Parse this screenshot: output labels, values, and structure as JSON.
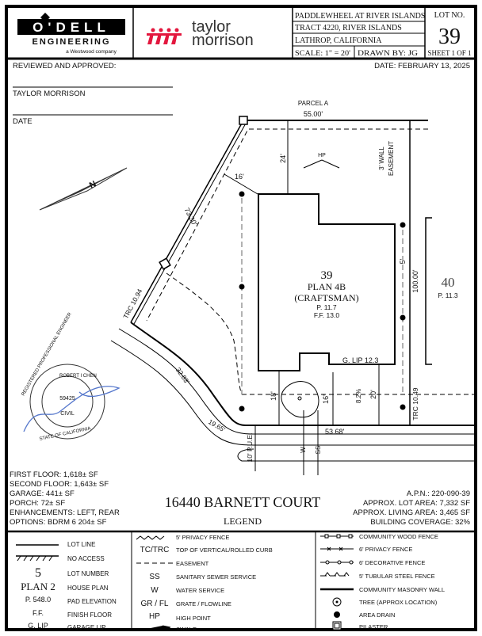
{
  "header": {
    "odell_logo": {
      "name": "O'DELL",
      "sub": "ENGINEERING",
      "tagline": "a Westwood company"
    },
    "builder_logo": {
      "line1": "taylor",
      "line2": "morrison",
      "color": "#e3173e"
    },
    "project": "PADDLEWHEEL AT RIVER ISLANDS",
    "tract": "TRACT 4220, RIVER ISLANDS",
    "location": "LATHROP, CALIFORNIA",
    "scale": "SCALE:   1\" = 20'",
    "drawn_by": "DRAWN BY:   JG",
    "lot_label": "LOT NO.",
    "lot_number": "39",
    "sheet": "SHEET 1 OF 1"
  },
  "approval": {
    "reviewed": "REVIEWED AND APPROVED:",
    "company": "TAYLOR MORRISON",
    "date_label": "DATE",
    "date": "DATE: FEBRUARY 13, 2025"
  },
  "plan": {
    "parcel": "PARCEL A",
    "rear_width": "55.00'",
    "rear_setback": "24'",
    "corner_setback": "16'",
    "high_point": "HP",
    "wall_easement_1": "3' WALL",
    "wall_easement_2": "EASEMENT",
    "side_setback": "5'",
    "side_length": "100.00'",
    "diag_length": "73.30'",
    "trc_left": "TRC 10.94",
    "trc_right": "TRC 10.49",
    "lot": "39",
    "house_plan": "PLAN 4B",
    "style": "(CRAFTSMAN)",
    "pad": "P. 11.7",
    "ff": "F.F. 13.0",
    "garage_lip": "G. LIP 12.3",
    "arc1": "32.83'",
    "arc2": "19.65'",
    "front_width": "53.68'",
    "front_setback_1": "18'",
    "front_setback_2": "16'",
    "front_setback_3": "20'",
    "slope": "8.2%",
    "pue": "10' P.U.E.",
    "water": "W",
    "sewer": "SS",
    "adjacent_lot": "40",
    "adjacent_pad": "P. 11.3",
    "north": "N"
  },
  "stamp": {
    "top": "REGISTERED PROFESSIONAL ENGINEER",
    "name": "ROBERT I CHEN",
    "number": "59425",
    "type": "CIVIL",
    "bottom": "STATE OF CALIFORNIA"
  },
  "areas": {
    "first_floor": "FIRST FLOOR: 1,618± SF",
    "second_floor": "SECOND FLOOR: 1,643± SF",
    "garage": "GARAGE: 441± SF",
    "porch": "PORCH: 72± SF",
    "enhancements": "ENHANCEMENTS: LEFT, REAR",
    "options": "OPTIONS: BDRM 6 204± SF",
    "address": "16440 BARNETT COURT",
    "legend_title": "LEGEND",
    "apn": "A.P.N.: 220-090-39",
    "lot_area": "APPROX. LOT AREA: 7,332 SF",
    "living_area": "APPROX. LIVING AREA: 3,465 SF",
    "coverage": "BUILDING COVERAGE: 32%"
  },
  "legend": {
    "col1": [
      {
        "sym": "",
        "label": "LOT LINE"
      },
      {
        "sym": "",
        "label": "NO ACCESS"
      },
      {
        "sym": "5",
        "label": "LOT NUMBER"
      },
      {
        "sym": "PLAN 2",
        "label": "HOUSE PLAN"
      },
      {
        "sym": "P. 548.0",
        "label": "PAD ELEVATION"
      },
      {
        "sym": "F.F.",
        "label": "FINISH FLOOR"
      },
      {
        "sym": "G. LIP",
        "label": "GARAGE LIP"
      }
    ],
    "col2": [
      {
        "sym": "",
        "label": "5' PRIVACY FENCE"
      },
      {
        "sym": "TC/TRC",
        "label": "TOP OF VERTICAL/ROLLED CURB"
      },
      {
        "sym": "",
        "label": "EASEMENT"
      },
      {
        "sym": "SS",
        "label": "SANITARY SEWER SERVICE"
      },
      {
        "sym": "W",
        "label": "WATER SERVICE"
      },
      {
        "sym": "GR / FL",
        "label": "GRATE / FLOWLINE"
      },
      {
        "sym": "HP",
        "label": "HIGH POINT"
      },
      {
        "sym": "",
        "label": "SWALE"
      }
    ],
    "col3": [
      {
        "label": "COMMUNITY WOOD FENCE"
      },
      {
        "label": "6' PRIVACY FENCE"
      },
      {
        "label": "6' DECORATIVE FENCE"
      },
      {
        "label": "5' TUBULAR STEEL FENCE"
      },
      {
        "label": "COMMUNITY MASONRY WALL"
      },
      {
        "label": "TREE (APPROX LOCATION)"
      },
      {
        "label": "AREA DRAIN"
      },
      {
        "label": "PILASTER"
      }
    ]
  }
}
